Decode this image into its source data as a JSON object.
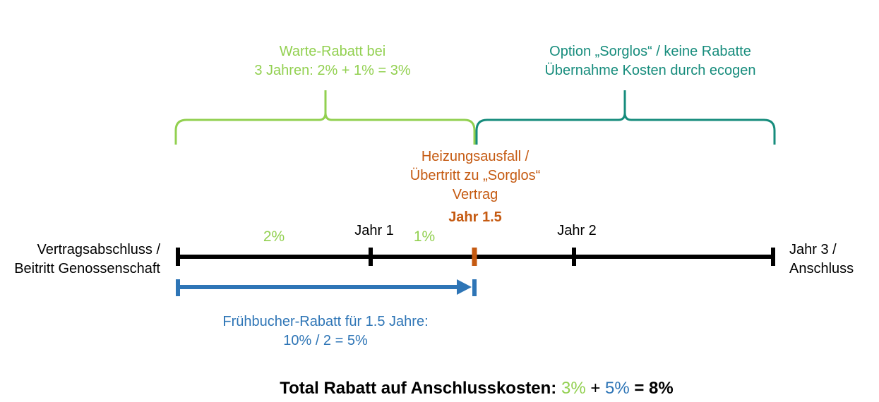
{
  "colors": {
    "green": "#92d050",
    "teal": "#168c7c",
    "orange": "#c55a11",
    "blue": "#2e75b6",
    "black": "#000000"
  },
  "warte_rabatt": {
    "line1": "Warte-Rabatt bei",
    "line2": "3 Jahren: 2% + 1% = 3%"
  },
  "sorglos_option": {
    "line1": "Option „Sorglos“ / keine Rabatte",
    "line2": "Übernahme Kosten durch ecogen"
  },
  "heizungsausfall": {
    "line1": "Heizungsausfall /",
    "line2": "Übertritt zu „Sorglos“",
    "line3": "Vertrag",
    "year": "Jahr 1.5"
  },
  "timeline": {
    "start_line1": "Vertragsabschluss /",
    "start_line2": "Beitritt Genossenschaft",
    "year1": "Jahr 1",
    "year2": "Jahr 2",
    "end_line1": "Jahr 3 /",
    "end_line2": "Anschluss",
    "pct_first": "2%",
    "pct_second": "1%"
  },
  "fruehbucher": {
    "line1": "Frühbucher-Rabatt für 1.5 Jahre:",
    "line2": "10% / 2 = 5%"
  },
  "total": {
    "prefix": "Total Rabatt auf Anschlusskosten:",
    "green_part": "3%",
    "plus": "+",
    "blue_part": "5%",
    "result": "= 8%"
  }
}
